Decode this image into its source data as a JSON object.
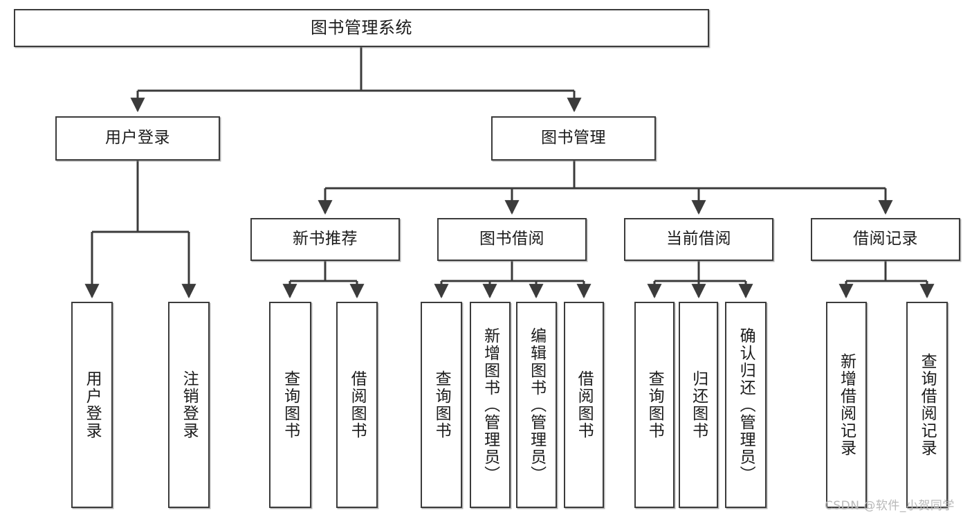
{
  "diagram": {
    "title": "图书管理系统",
    "root": {
      "label": "图书管理系统"
    },
    "level2": [
      {
        "label": "用户登录"
      },
      {
        "label": "图书管理"
      }
    ],
    "level3": [
      {
        "label": "新书推荐"
      },
      {
        "label": "图书借阅"
      },
      {
        "label": "当前借阅"
      },
      {
        "label": "借阅记录"
      }
    ],
    "leaves": {
      "user_login": [
        {
          "label": "用户登录"
        },
        {
          "label": "注销登录"
        }
      ],
      "new_book": [
        {
          "label": "查询图书"
        },
        {
          "label": "借阅图书"
        }
      ],
      "book_borrow": [
        {
          "label": "查询图书"
        },
        {
          "label": "新增图书（管理员）"
        },
        {
          "label": "编辑图书（管理员）"
        },
        {
          "label": "借阅图书"
        }
      ],
      "current_borrow": [
        {
          "label": "查询图书"
        },
        {
          "label": "归还图书"
        },
        {
          "label": "确认归还（管理员）"
        }
      ],
      "borrow_record": [
        {
          "label": "新增借阅记录"
        },
        {
          "label": "查询借阅记录"
        }
      ]
    }
  },
  "watermark": {
    "text": "CSDN @软件_小贺同学"
  },
  "colors": {
    "stroke": "#3b3b3b",
    "fill": "#ffffff",
    "text": "#1b1b1b",
    "watermark": "#b8b8b8"
  }
}
